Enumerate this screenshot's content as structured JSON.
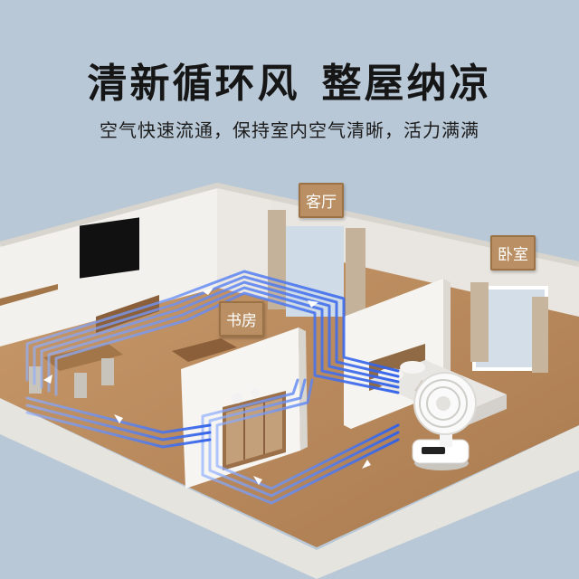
{
  "headline": {
    "part1": "清新循环风",
    "part2": "整屋纳凉"
  },
  "subtitle": "空气快速流通，保持室内空气清晰，活力满满",
  "rooms": {
    "living_room": "客厅",
    "bedroom": "卧室",
    "study": "书房"
  },
  "colors": {
    "background": "#b9c8d6",
    "airflow": "#3d6ff0",
    "floor": "#b8875a",
    "wall": "#f1efeb",
    "sign": "#b98f63"
  },
  "icons": [
    "airflow-arrow-icon",
    "fan-icon"
  ]
}
